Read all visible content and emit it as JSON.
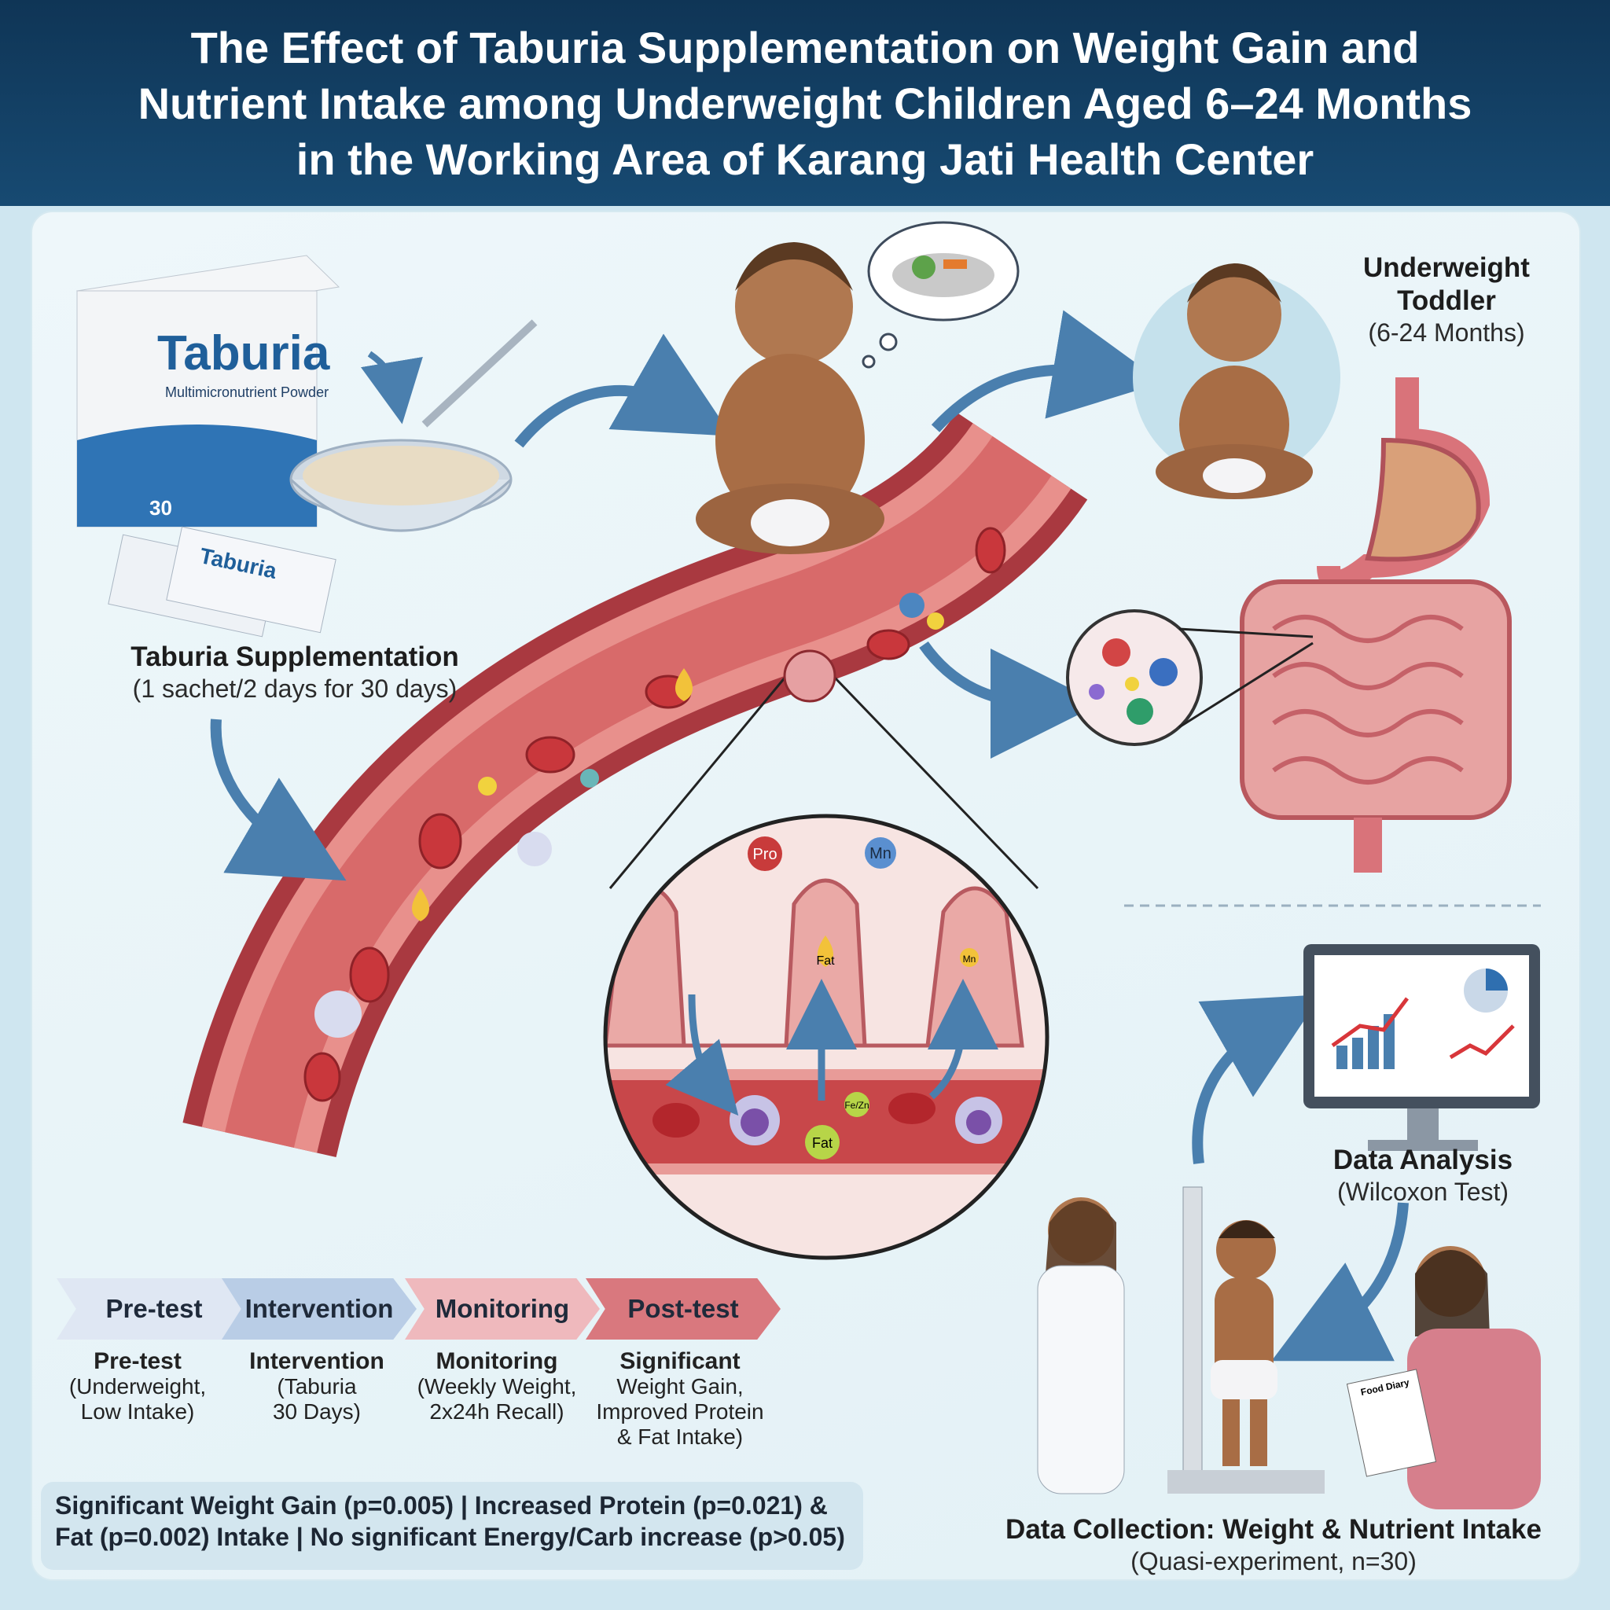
{
  "header": {
    "title_lines": [
      "The Effect of Taburia Supplementation on Weight Gain and",
      "Nutrient Intake among Underweight Children Aged 6–24 Months",
      "in the Working Area of Karang Jati Health Center"
    ]
  },
  "product": {
    "brand": "Taburia",
    "subtitle": "Multimicronutrient Powder",
    "count": "30"
  },
  "supplementation": {
    "title": "Taburia Supplementation",
    "detail": "(1 sachet/2 days for 30 days)"
  },
  "toddler": {
    "title_line1": "Underweight",
    "title_line2": "Toddler",
    "detail": "(6-24 Months)"
  },
  "nutrient_tags": [
    "Pro",
    "Mn",
    "Fat",
    "Fat",
    "Mn",
    "Fe/Zn"
  ],
  "steps": [
    {
      "label": "Pre-test",
      "title": "Pre-test",
      "lines": [
        "(Underweight,",
        "Low Intake)"
      ],
      "color": "#dfe7f3"
    },
    {
      "label": "Intervention",
      "title": "Intervention",
      "lines": [
        "(Taburia",
        "30 Days)"
      ],
      "color": "#b9cde6"
    },
    {
      "label": "Monitoring",
      "title": "Monitoring",
      "lines": [
        "(Weekly Weight,",
        "2x24h Recall)"
      ],
      "color": "#efb9bd"
    },
    {
      "label": "Post-test",
      "title": "Significant",
      "lines": [
        "Weight Gain,",
        "Improved Protein",
        "& Fat Intake)"
      ],
      "color": "#d9787e"
    }
  ],
  "summary": {
    "line1": "Significant Weight Gain (p=0.005) | Increased Protein (p=0.021) &",
    "line2": "Fat (p=0.002) Intake | No significant Energy/Carb increase (p>0.05)"
  },
  "analysis": {
    "title": "Data Analysis",
    "detail": "(Wilcoxon Test)"
  },
  "collection": {
    "title": "Data Collection: Weight & Nutrient Intake",
    "detail": "(Quasi-experiment, n=30)",
    "clipboard": "Food Diary"
  }
}
